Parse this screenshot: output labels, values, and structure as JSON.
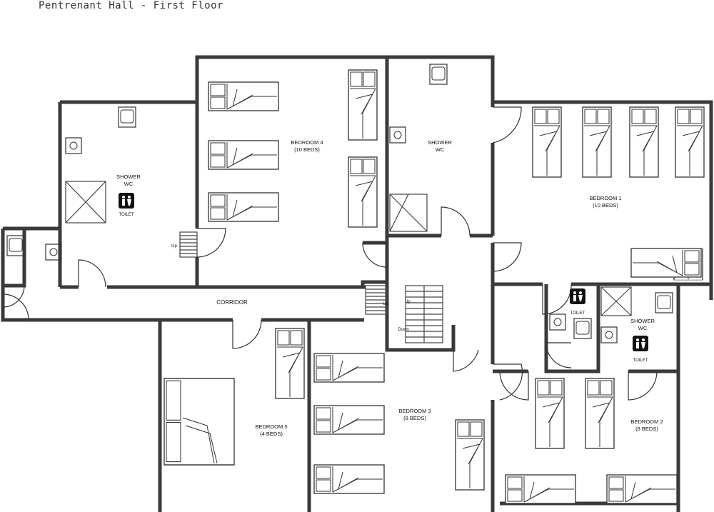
{
  "title": "Pentrenant Hall - First Floor",
  "rooms": {
    "bedroom4": {
      "name": "BEDROOM 4",
      "beds": "(10 BEDS)"
    },
    "bedroom1": {
      "name": "BEDROOM 1",
      "beds": "(10 BEDS)"
    },
    "bedroom2": {
      "name": "BEDROOM 2",
      "beds": "(8 BEDS)"
    },
    "bedroom3": {
      "name": "BEDROOM 3",
      "beds": "(8 BEDS)"
    },
    "bedroom5": {
      "name": "BEDROOM 5",
      "beds": "(4 BEDS)"
    },
    "shower_left": {
      "line1": "SHOWER",
      "line2": "WC"
    },
    "shower_mid": {
      "line1": "SHOWER",
      "line2": "WC"
    },
    "shower_right": {
      "line1": "SHOWER",
      "line2": "WC"
    },
    "corridor": "CORRIDOR"
  },
  "labels": {
    "toilet": "TOILET",
    "up": "Up",
    "down": "Down"
  }
}
